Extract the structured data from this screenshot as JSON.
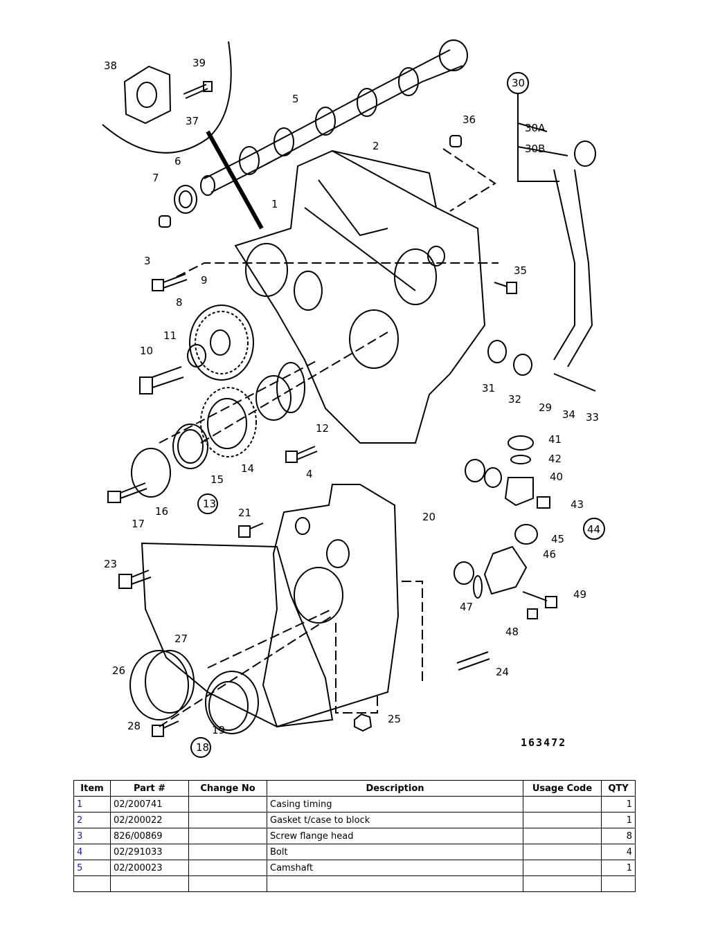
{
  "diagram": {
    "figure_number": "163472",
    "callouts": [
      "1",
      "2",
      "3",
      "4",
      "5",
      "6",
      "7",
      "8",
      "9",
      "10",
      "11",
      "12",
      "13",
      "14",
      "15",
      "16",
      "17",
      "18",
      "19",
      "20",
      "21",
      "23",
      "24",
      "25",
      "26",
      "27",
      "28",
      "29",
      "30",
      "30A",
      "30B",
      "31",
      "32",
      "33",
      "34",
      "35",
      "36",
      "37",
      "38",
      "39",
      "40",
      "41",
      "42",
      "43",
      "44",
      "45",
      "46",
      "47",
      "48",
      "49"
    ]
  },
  "table": {
    "headers": {
      "item": "Item",
      "part": "Part #",
      "change": "Change No",
      "description": "Description",
      "usage": "Usage Code",
      "qty": "QTY"
    },
    "rows": [
      {
        "item": "1",
        "part": "02/200741",
        "change": "",
        "description": "Casing timing",
        "usage": "",
        "qty": "1"
      },
      {
        "item": "2",
        "part": "02/200022",
        "change": "",
        "description": "Gasket t/case to block",
        "usage": "",
        "qty": "1"
      },
      {
        "item": "3",
        "part": "826/00869",
        "change": "",
        "description": "Screw flange head",
        "usage": "",
        "qty": "8"
      },
      {
        "item": "4",
        "part": "02/291033",
        "change": "",
        "description": "Bolt",
        "usage": "",
        "qty": "4"
      },
      {
        "item": "5",
        "part": "02/200023",
        "change": "",
        "description": "Camshaft",
        "usage": "",
        "qty": "1"
      }
    ]
  }
}
